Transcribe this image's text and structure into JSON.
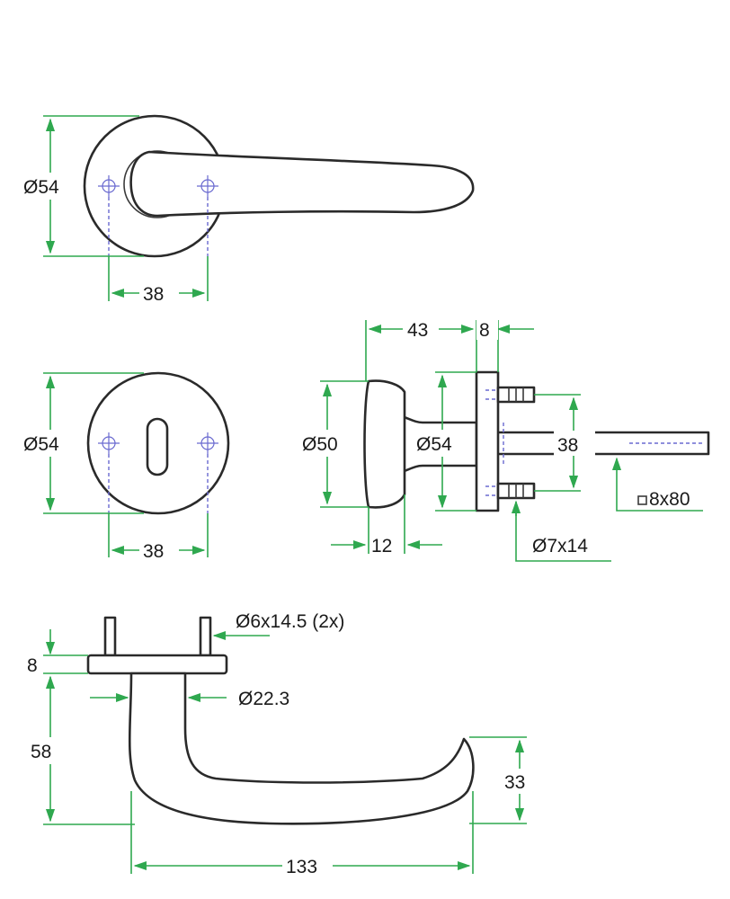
{
  "labels": {
    "top_diameter": "Ø54",
    "top_spacing": "38",
    "key_diameter": "Ø54",
    "key_spacing": "38",
    "side_length": "43",
    "side_rose_thickness": "8",
    "side_knob_diameter": "Ø50",
    "side_rose_diameter": "Ø54",
    "side_screw_spacing": "38",
    "spindle": "8x80",
    "side_knob_width": "12",
    "screw": "Ø7x14",
    "pin": "Ø6x14.5 (2x)",
    "bottom_rose_thickness": "8",
    "bottom_neck_diameter": "Ø22.3",
    "bottom_height": "58",
    "bottom_drop": "33",
    "bottom_length": "133"
  },
  "colors": {
    "outline": "#2a2a2a",
    "dimension": "#2fa84f",
    "hidden_line": "#6a6ad0"
  }
}
